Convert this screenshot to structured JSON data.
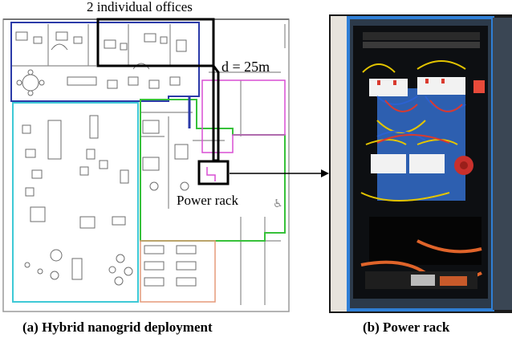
{
  "figure": {
    "floor_plan": {
      "offices_label": "2 individual offices",
      "distance_label": "d = 25m",
      "power_rack_label": "Power rack",
      "caption": "(a) Hybrid nanogrid deployment"
    },
    "photo": {
      "caption": "(b) Power rack"
    },
    "colors": {
      "offices_zone": "#2b3aa8",
      "open_space_zone": "#3ec9d6",
      "corridor_zone": "#37c13a",
      "meeting_zone": "#d94fd4",
      "lower_zone": "#e59a7a",
      "highlight_box": "#000000",
      "cabinet_frame": "#2f7fd6"
    }
  }
}
